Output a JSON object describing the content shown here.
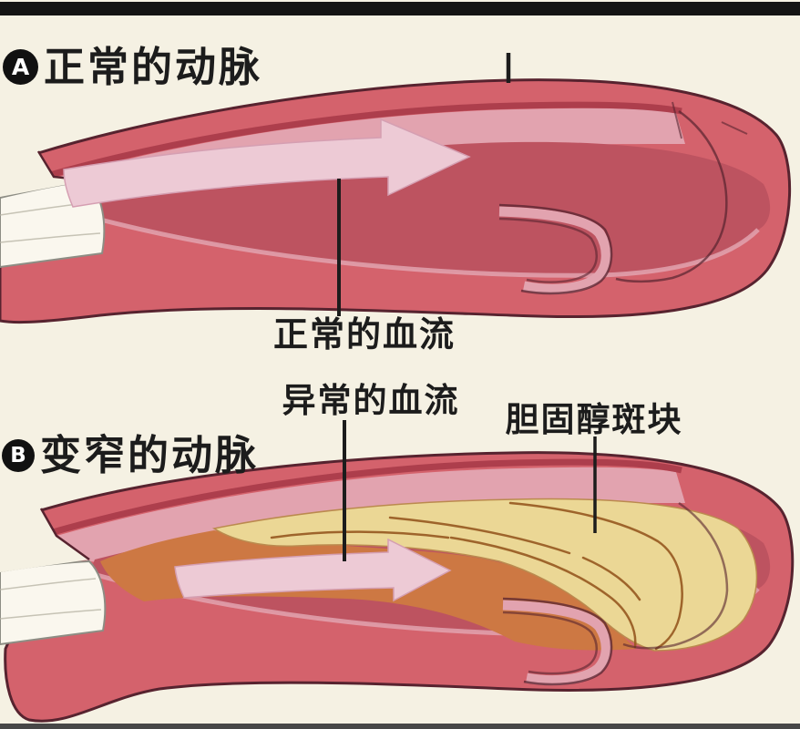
{
  "colors": {
    "background": "#f5f1e3",
    "top_bar": "#141414",
    "bottom_bar": "#474747",
    "artery_wall": "#d4626c",
    "wall_outline": "#57232f",
    "wall_ridge": "#a83b49",
    "lining_pink": "#e2a3af",
    "lumen_red": "#bd5360",
    "flow_arrow": "#edcad5",
    "arrow_edge": "#d59fb2",
    "white_tube": "#faf7ee",
    "tube_outline": "#8d8d84",
    "plaque_yellow": "#ebd795",
    "plaque_edge": "#bb8a4e",
    "plaque_crack": "#96581f",
    "channel_orange": "#cd7843",
    "label_text": "#1c1c1c",
    "pointer_line": "#1c1c1c",
    "marker_bg": "#111111",
    "marker_text": "#ffffff"
  },
  "panel_a": {
    "marker": "A",
    "title": "正常的动脉",
    "flow_label": "正常的血流"
  },
  "panel_b": {
    "marker": "B",
    "title": "变窄的动脉",
    "flow_label": "异常的血流",
    "plaque_label": "胆固醇斑块"
  }
}
